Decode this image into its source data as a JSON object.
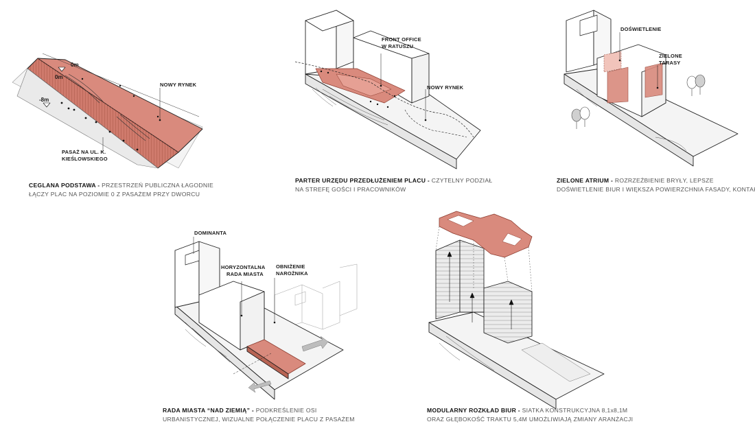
{
  "colors": {
    "accent": "#d98a7d",
    "accent_dark": "#b86454",
    "line": "#1f1f1f",
    "ground": "#f2f2f2",
    "caption_text": "#555555"
  },
  "panels": [
    {
      "id": "ceglana-podstawa",
      "labels": [
        "NOWY RYNEK",
        "PASAŻ NA UL. K.",
        "KIEŚLOWSKIEGO"
      ],
      "levels": [
        "0m",
        "0m",
        "-8m"
      ],
      "caption": {
        "title": "CEGLANA PODSTAWA",
        "lines": [
          "PRZESTRZEŃ PUBLICZNA ŁAGODNIE",
          "ŁĄCZY PLAC NA POZIOMIE 0 Z PASAŻEM PRZY DWORCU"
        ]
      }
    },
    {
      "id": "parter-urzedu",
      "labels": [
        "FRONT OFFICE",
        "W RATUSZU",
        "NOWY RYNEK"
      ],
      "caption": {
        "title": "PARTER URZĘDU PRZEDŁUŻENIEM PLACU",
        "lines": [
          "CZYTELNY PODZIAŁ",
          "NA STREFĘ GOŚCI I PRACOWNIKÓW"
        ]
      }
    },
    {
      "id": "zielone-atrium",
      "labels": [
        "DOŚWIETLENIE",
        "ZIELONE",
        "TARASY"
      ],
      "caption": {
        "title": "ZIELONE ATRIUM",
        "lines": [
          "ROZRZEŹBIENIE BRYŁY, LEPSZE",
          "DOŚWIETLENIE BIUR I WIĘKSZA POWIERZCHNIA FASADY, KONTAKT"
        ]
      }
    },
    {
      "id": "rada-miasta",
      "labels": [
        "DOMINANTA",
        "HORYZONTALNA",
        "RADA MIASTA",
        "OBNIŻENIE",
        "NAROŻNIKA"
      ],
      "caption": {
        "title": "RADA MIASTA “NAD ZIEMIĄ”",
        "lines": [
          "PODKREŚLENIE OSI",
          "URBANISTYCZNEJ, WIZUALNE POŁĄCZENIE PLACU Z PASAŻEM"
        ]
      }
    },
    {
      "id": "modularny-rozklad",
      "labels": [],
      "caption": {
        "title": "MODULARNY ROZKŁAD BIUR",
        "lines": [
          "SIATKA KONSTRUKCYJNA  8,1x8,1M",
          "ORAZ GŁĘBOKOŚĆ TRAKTU 5,4M UMOŻLIWIAJĄ ZMIANY ARANŻACJI"
        ]
      }
    }
  ]
}
